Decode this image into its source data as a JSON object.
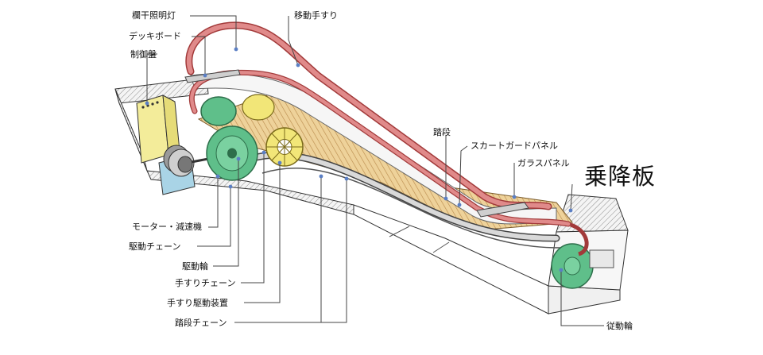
{
  "labels": {
    "railing_light": "欄干照明灯",
    "deck_board": "デッキボード",
    "control_panel": "制御盤",
    "moving_handrail": "移動手すり",
    "step": "踏段",
    "skirt_guard_panel": "スカートガードパネル",
    "glass_panel": "ガラスパネル",
    "landing_plate": "乗降板",
    "motor_reducer": "モーター・減速機",
    "drive_chain": "駆動チェーン",
    "drive_wheel": "駆動輪",
    "handrail_chain": "手すりチェーン",
    "handrail_drive": "手すり駆動装置",
    "step_chain": "踏段チェーン",
    "driven_wheel": "従動輪"
  },
  "colors": {
    "handrail": "#e08a8a",
    "handrail_edge": "#a23a3a",
    "gear_green": "#5fbf8a",
    "gear_yellow": "#f2e678",
    "panel_yellow": "#f3ec9a",
    "motor_blue": "#a9d4e6",
    "steps": "#e8c98a",
    "leader": "#5b7fc4",
    "outline": "#333333"
  }
}
